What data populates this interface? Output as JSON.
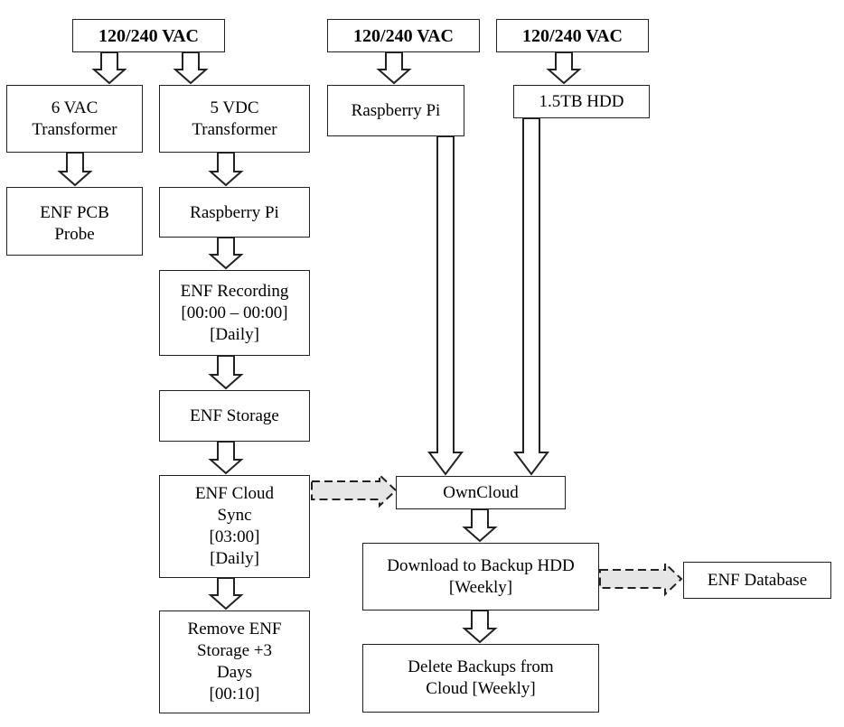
{
  "supplies": {
    "left": "120/240 VAC",
    "middle": "120/240 VAC",
    "right": "120/240 VAC"
  },
  "left_column": {
    "transformer_6vac": [
      "6 VAC",
      "Transformer"
    ],
    "enf_probe": [
      "ENF PCB",
      "Probe"
    ]
  },
  "pi_column": {
    "transformer_5vdc": [
      "5 VDC",
      "Transformer"
    ],
    "raspberry_pi": [
      "Raspberry Pi"
    ],
    "enf_recording": [
      "ENF Recording",
      "[00:00 – 00:00]",
      "[Daily]"
    ],
    "enf_storage": [
      "ENF Storage"
    ],
    "enf_cloud_sync": [
      "ENF Cloud",
      "Sync",
      "[03:00]",
      "[Daily]"
    ],
    "remove_enf": [
      "Remove ENF",
      "Storage +3",
      "Days",
      "[00:10]"
    ]
  },
  "server_column": {
    "raspberry_pi": [
      "Raspberry Pi"
    ],
    "hdd": [
      "1.5TB HDD"
    ],
    "owncloud": [
      "OwnCloud"
    ],
    "download_backup": [
      "Download to Backup HDD",
      "[Weekly]"
    ],
    "delete_backups": [
      "Delete Backups from",
      "Cloud [Weekly]"
    ],
    "enf_database": [
      "ENF Database"
    ]
  },
  "colors": {
    "line": "#222222",
    "sync_arrow_fill": "#e6e6e6",
    "box_fill": "#ffffff"
  }
}
